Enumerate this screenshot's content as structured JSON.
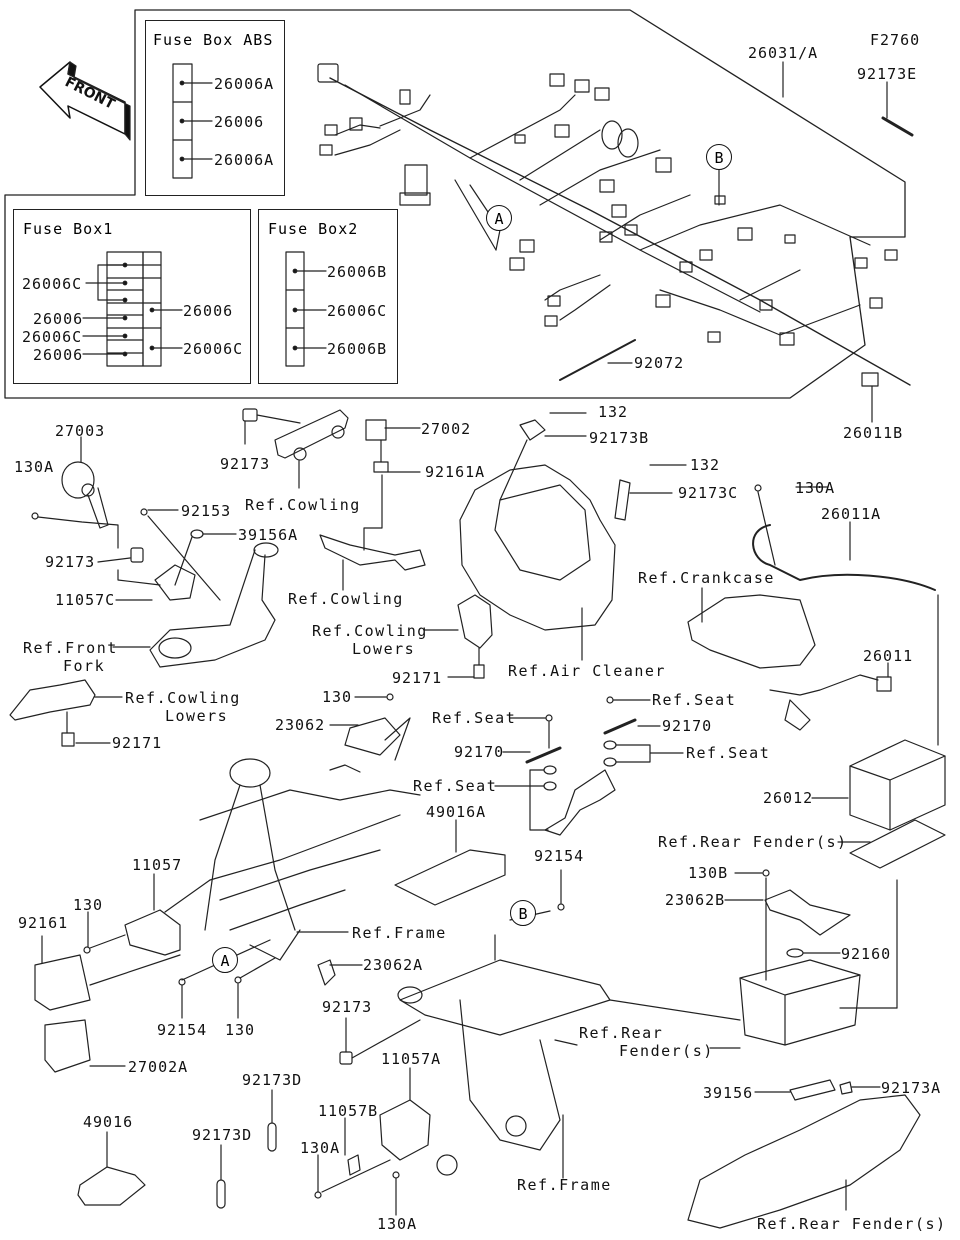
{
  "diagram": {
    "figure_code": "F2760",
    "front_arrow_label": "FRONT",
    "fuse_box_abs": {
      "title": "Fuse Box ABS",
      "fuses": [
        "26006A",
        "26006",
        "26006A"
      ]
    },
    "fuse_box_1": {
      "title": "Fuse Box1",
      "left_labels": [
        "26006C",
        "26006",
        "26006C",
        "26006"
      ],
      "right_labels": [
        "26006",
        "26006C"
      ]
    },
    "fuse_box_2": {
      "title": "Fuse Box2",
      "fuses": [
        "26006B",
        "26006C",
        "26006B"
      ]
    },
    "callouts": {
      "A": "A",
      "B": "B"
    },
    "parts": {
      "p26031A": "26031/A",
      "p92173E": "92173E",
      "p92072": "92072",
      "p26011B": "26011B",
      "p27003": "27003",
      "p130A_horn": "130A",
      "p92173_horn": "92173",
      "p92153": "92153",
      "p39156A": "39156A",
      "p11057C": "11057C",
      "ref_front_fork_1": "Ref.Front",
      "ref_front_fork_2": "Fork",
      "p92173_top": "92173",
      "ref_cowling_top": "Ref.Cowling",
      "p27002": "27002",
      "p92161A": "92161A",
      "ref_cowling_mid": "Ref.Cowling",
      "ref_cowling_lowers_mid_1": "Ref.Cowling",
      "ref_cowling_lowers_mid_2": "Lowers",
      "p92171_mid": "92171",
      "p132_a": "132",
      "p92173B": "92173B",
      "p132_b": "132",
      "p92173C": "92173C",
      "ref_air_cleaner": "Ref.Air Cleaner",
      "p130A_right": "130A",
      "p26011A": "26011A",
      "ref_crankcase": "Ref.Crankcase",
      "p26011": "26011",
      "p26012": "26012",
      "ref_cowling_lowers_left_1": "Ref.Cowling",
      "ref_cowling_lowers_left_2": "Lowers",
      "p92171_left": "92171",
      "p130_top": "130",
      "p23062": "23062",
      "ref_seat_1": "Ref.Seat",
      "p92170_1": "92170",
      "ref_seat_2": "Ref.Seat",
      "ref_seat_3": "Ref.Seat",
      "p92170_2": "92170",
      "ref_seat_4": "Ref.Seat",
      "p49016A": "49016A",
      "ref_rear_fender_1": "Ref.Rear Fender(s)",
      "p92154_mid": "92154",
      "p130B": "130B",
      "p23062B": "23062B",
      "p92160": "92160",
      "p11057": "11057",
      "p130_left": "130",
      "p92161": "92161",
      "ref_frame_1": "Ref.Frame",
      "p23062A": "23062A",
      "p92154_left": "92154",
      "p130_bottom": "130",
      "p92173_frame": "92173",
      "p27002A": "27002A",
      "ref_rear_fender_2a": "Ref.Rear",
      "ref_rear_fender_2b": "Fender(s)",
      "p39156": "39156",
      "p92173A": "92173A",
      "p92173D_1": "92173D",
      "p11057A": "11057A",
      "p49016": "49016",
      "p92173D_2": "92173D",
      "p11057B": "11057B",
      "p130A_bl": "130A",
      "ref_frame_2": "Ref.Frame",
      "p130A_bottom": "130A",
      "ref_rear_fender_3": "Ref.Rear Fender(s)"
    }
  }
}
